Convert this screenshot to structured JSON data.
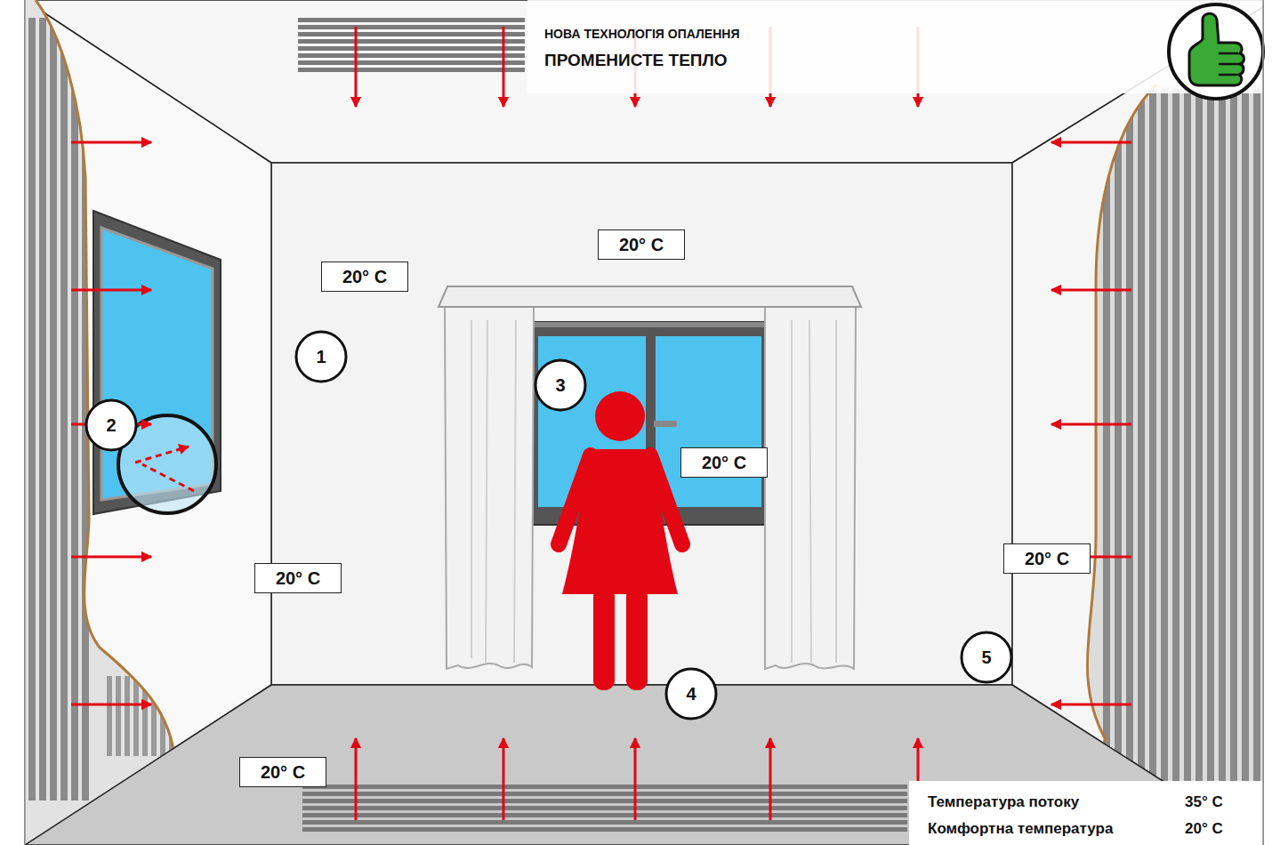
{
  "diagram": {
    "title": "НОВА ТЕХНОЛОГІЯ ОПАЛЕННЯ",
    "nodes": [
      {
        "text": [
          "20° C"
        ]
      },
      {
        "text": [
          "20° C"
        ]
      },
      {
        "text": [
          "1"
        ]
      },
      {
        "text": [
          "3"
        ]
      },
      {
        "text": [
          "2"
        ]
      },
      {
        "text": [
          "20° C"
        ]
      },
      {
        "text": [
          "20° C"
        ]
      },
      {
        "text": [
          "20° C"
        ]
      },
      {
        "text": [
          "5"
        ]
      },
      {
        "text": [
          "4"
        ]
      },
      {
        "text": [
          "20° C"
        ]
      }
    ],
    "labels": [
      "ПРОМЕНИСТЕ ТЕПЛО",
      "Температура потоку",
      "35° C",
      "Комфортна температура",
      "20° C"
    ]
  }
}
